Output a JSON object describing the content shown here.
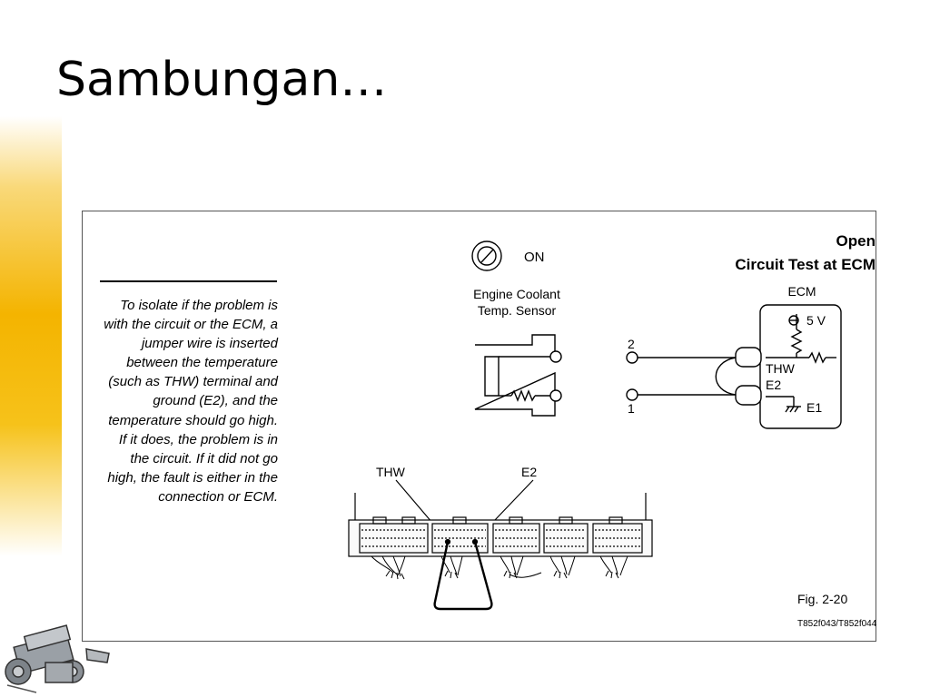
{
  "slide": {
    "title": "Sambungan…"
  },
  "figure": {
    "side_title_line1": "Open",
    "side_title_line2": "Circuit Test at ECM",
    "side_body": "To isolate if the problem is with the circuit or the ECM, a jumper wire is inserted between the temperature (such as THW) terminal and ground (E2), and the temperature should go high. If it does, the problem is in the circuit. If it did not go high, the fault is either in the connection or ECM.",
    "ignition_label": "ON",
    "sensor_label_line1": "Engine Coolant",
    "sensor_label_line2": "Temp. Sensor",
    "ecm_label": "ECM",
    "voltage_label": "5 V",
    "thw_label": "THW",
    "e2_label": "E2",
    "e1_label": "E1",
    "pin2_label": "2",
    "pin1_label": "1",
    "connector_thw_label": "THW",
    "connector_e2_label": "E2",
    "fig_number": "Fig. 2-20",
    "fig_code": "T852f043/T852f044"
  },
  "icons": {
    "ignition": "ignition-switch-icon",
    "logo": "engine-logo-icon"
  },
  "colors": {
    "accent": "#f4b400",
    "frame": "#555555",
    "ink": "#000000"
  }
}
